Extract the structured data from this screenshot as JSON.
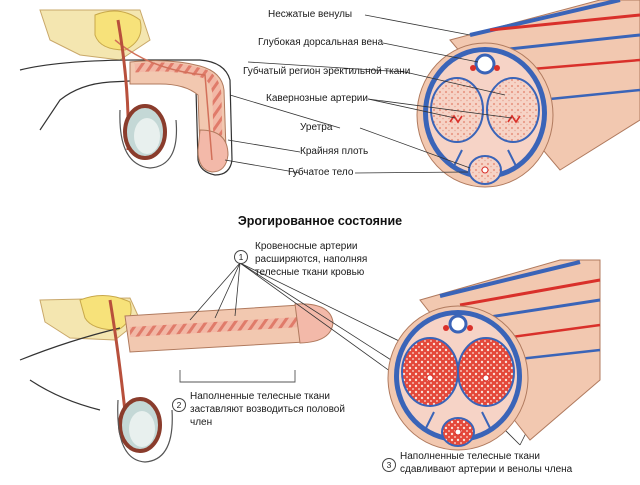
{
  "top_labels": {
    "veins": "Несжатые венулы",
    "deep_vein": "Глубокая дорсальная вена",
    "spongy_region": "Губчатый регион эректильной ткани",
    "cavernous_arteries": "Кавернозные артерии",
    "urethra": "Уретра",
    "foreskin": "Крайняя плоть",
    "spongy_body": "Губчатое тело"
  },
  "section_title": "Эрогированное состояние",
  "steps": [
    {
      "num": "1",
      "text": "Кровеносные артерии расширяются, наполняя телесные ткани кровью"
    },
    {
      "num": "2",
      "text": "Наполненные телесные ткани заставляют возводиться половой член"
    },
    {
      "num": "3",
      "text": "Наполненные телесные ткани сдавливают артерии и венолы члена"
    }
  ],
  "colors": {
    "artery_red": "#d9302a",
    "vein_blue": "#3a64b8",
    "tissue_pink": "#f3b9a9",
    "skin": "#f2c8b0",
    "bone": "#f4e6b0"
  }
}
